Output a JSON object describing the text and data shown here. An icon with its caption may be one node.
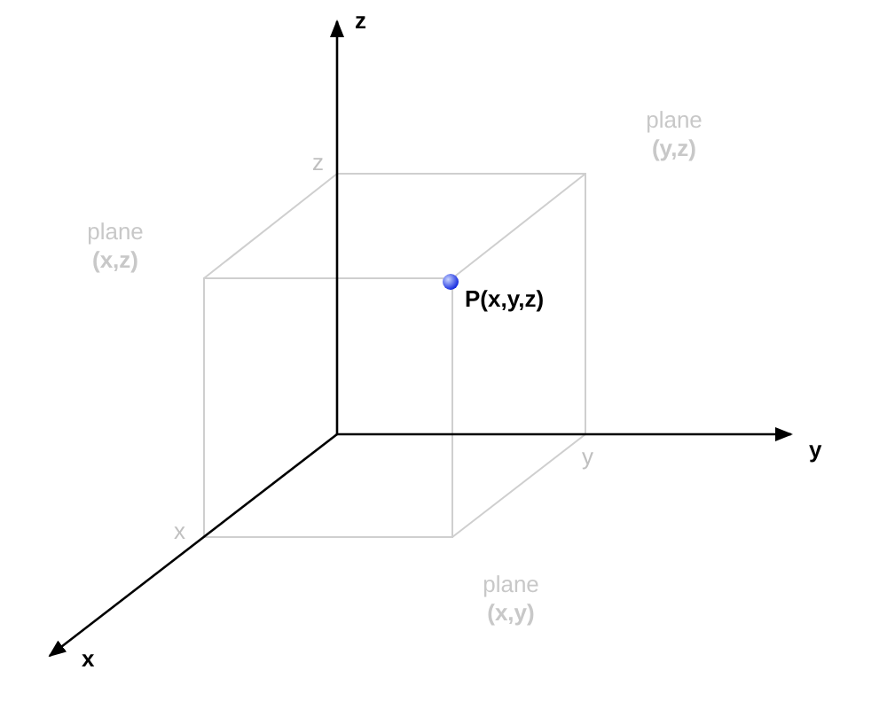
{
  "diagram": {
    "labels": [
      "z",
      "plane **(y,z)**",
      "z",
      "plane **(x,z)**",
      "P(x,y,z)",
      "y",
      "y",
      "x",
      "plane **(x,y)**",
      "x"
    ]
  }
}
